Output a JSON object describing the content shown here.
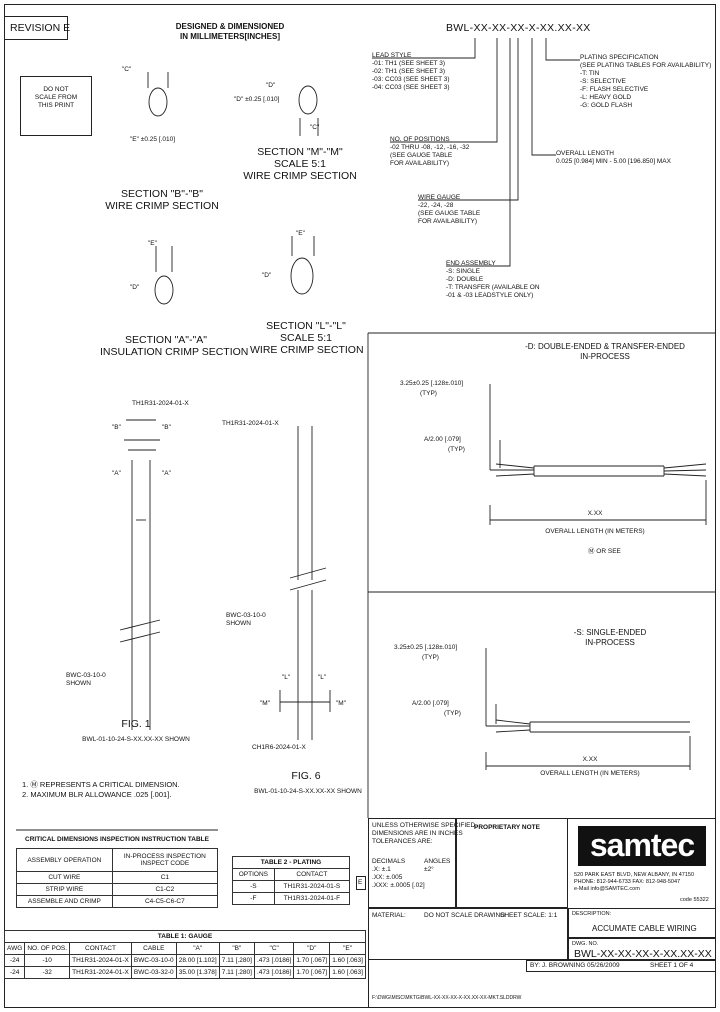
{
  "revision": "REVISION E",
  "header_title": [
    "DESIGNED & DIMENSIONED",
    "IN MILLIMETERS[INCHES]"
  ],
  "do_not_scale": [
    "DO NOT",
    "SCALE FROM",
    "THIS PRINT"
  ],
  "part_number_pattern": "BWL-XX-XX-XX-X-XX.XX-XX",
  "lead_style": [
    "LEAD STYLE",
    "-01: TH1 (SEE SHEET 3)",
    "-02: TH1 (SEE SHEET 3)",
    "-03: CC03 (SEE SHEET 3)",
    "-04: CC03 (SEE SHEET 3)"
  ],
  "positions": [
    "NO. OF POSITIONS",
    "-02 THRU -08, -12, -16, -32",
    "(SEE GAUGE TABLE",
    "FOR AVAILABILITY)"
  ],
  "wire_gauge": [
    "WIRE GAUGE",
    "-22, -24, -28",
    "(SEE GAUGE TABLE",
    "FOR AVAILABILITY)"
  ],
  "end_assembly": [
    "END ASSEMBLY",
    "-S: SINGLE",
    "-D: DOUBLE",
    "-T: TRANSFER (AVAILABLE ON",
    "-01 & -03 LEADSTYLE ONLY)"
  ],
  "plating_spec": [
    "PLATING SPECIFICATION",
    "(SEE PLATING TABLES FOR AVAILABILITY)",
    "-T: TIN",
    "-S: SELECTIVE",
    "-F: FLASH SELECTIVE",
    "-L: HEAVY GOLD",
    "-G: GOLD FLASH"
  ],
  "overall_length": [
    "OVERALL LENGTH",
    "0.025 [0.984] MIN - 5.00 [196.850] MAX"
  ],
  "section_mm": [
    "SECTION \"M\"-\"M\"",
    "SCALE 5:1",
    "WIRE CRIMP SECTION"
  ],
  "section_bb": [
    "SECTION \"B\"-\"B\"",
    "WIRE CRIMP SECTION"
  ],
  "section_aa": [
    "SECTION \"A\"-\"A\"",
    "INSULATION CRIMP SECTION"
  ],
  "section_ll": [
    "SECTION \"L\"-\"L\"",
    "SCALE 5:1",
    "WIRE CRIMP SECTION"
  ],
  "dim_labels": {
    "c": "\"C\"",
    "d": "\"D\"",
    "e": "\"E\"",
    "a_dim": "\"A\"",
    "b_dim": "\"B\"",
    "sec_e_note": "\"E\" ±0.25 [.010]",
    "sec_d_note": "\"D\" ±0.25 [.010]"
  },
  "fig1": {
    "title": "FIG. 1",
    "caption": "BWL-01-10-24-S-XX.XX-XX SHOWN",
    "contact_ref": "TH1R31-2024-01-X",
    "cable_ref": [
      "BWC-03-10-0",
      "SHOWN"
    ],
    "b_marker": "\"B\"",
    "a_marker": "\"A\""
  },
  "fig6": {
    "title": "FIG. 6",
    "caption": "BWL-01-10-24-S-XX.XX-XX SHOWN",
    "contact_ref": "TH1R31-2024-01-X",
    "cable_ref": [
      "BWC-03-10-0",
      "SHOWN"
    ],
    "bottom_ref": "CH1R6-2024-01-X",
    "l_marker": "\"L\"",
    "m_marker": "\"M\""
  },
  "notes": [
    "1. Ⓜ REPRESENTS A CRITICAL DIMENSION.",
    "2. MAXIMUM BLR ALLOWANCE .025 [.001]."
  ],
  "double_ended": {
    "title": [
      "-D: DOUBLE-ENDED & TRANSFER-ENDED",
      "IN-PROCESS"
    ],
    "strip": "3.25±0.25 [.128±.010]",
    "strip_typ": "(TYP)",
    "len": "A/2.00 [.079]",
    "len_typ": "(TYP)",
    "overall": "X.XX",
    "overall_label": "OVERALL LENGTH (IN METERS)",
    "note": "Ⓜ OR SEE"
  },
  "single_ended": {
    "title": [
      "-S: SINGLE-ENDED",
      "IN-PROCESS"
    ],
    "strip": "3.25±0.25 [.128±.010]",
    "strip_typ": "(TYP)",
    "len": "A/2.00 [.079]",
    "len_typ": "(TYP)",
    "overall": "X.XX",
    "overall_label": "OVERALL LENGTH (IN METERS)"
  },
  "critical_table": {
    "title": "CRITICAL DIMENSIONS INSPECTION INSTRUCTION TABLE",
    "headers": [
      "ASSEMBLY OPERATION",
      "IN-PROCESS INSPECTION\nINSPECT CODE"
    ],
    "rows": [
      [
        "CUT WIRE",
        "C1"
      ],
      [
        "STRIP WIRE",
        "C1-C2"
      ],
      [
        "ASSEMBLE AND CRIMP",
        "C4-C5-C6-C7"
      ]
    ]
  },
  "plating_table": {
    "title": "TABLE 2 - PLATING",
    "headers": [
      "OPTIONS",
      "CONTACT"
    ],
    "rows": [
      [
        "-S",
        "TH1R31-2024-01-S"
      ],
      [
        "-F",
        "TH1R31-2024-01-F"
      ]
    ]
  },
  "gauge_table": {
    "title": "TABLE 1: GAUGE",
    "headers": [
      "AWG",
      "NO. OF POS.",
      "CONTACT",
      "CABLE",
      "\"A\"",
      "\"B\"",
      "\"C\"",
      "\"D\"",
      "\"E\""
    ],
    "rows": [
      [
        "-24",
        "-10",
        "TH1R31-2024-01-X",
        "BWC-03-10-0",
        "28.00 [1.102]",
        "7.11 [.280]",
        ".473 [.0186]",
        "1.70 [.067]",
        "1.60 [.063]"
      ],
      [
        "-24",
        "-32",
        "TH1R31-2024-01-X",
        "BWC-03-32-0",
        "35.00 [1.378]",
        "7.11 [.280]",
        ".473 [.0186]",
        "1.70 [.067]",
        "1.60 [.063]"
      ]
    ]
  },
  "title_block": {
    "tolerance_header": [
      "UNLESS OTHERWISE SPECIFIED,",
      "DIMENSIONS ARE IN INCHES",
      "TOLERANCES ARE:"
    ],
    "tol_decimal": [
      "DECIMALS",
      ".X: ±.1",
      ".XX: ±.005",
      ".XXX: ±.0005 [.02]"
    ],
    "tol_angle": [
      "ANGLES",
      "±2°"
    ],
    "proprietary": "PROPRIETARY NOTE",
    "material": "MATERIAL:",
    "do_not_scale": "DO NOT SCALE DRAWING",
    "sheet_scale": "SHEET SCALE: 1:1",
    "company": "samtec",
    "address": [
      "520 PARK EAST BLVD, NEW ALBANY, IN 47150",
      "PHONE: 812-944-6733  FAX: 812-948-5047",
      "e-Mail info@SAMTEC.com"
    ],
    "code": "code 55322",
    "desc_label": "DESCRIPTION:",
    "description": "ACCUMATE CABLE WIRING",
    "dwg_label": "DWG. NO.",
    "dwg_no": "BWL-XX-XX-XX-X-XX.XX-XX",
    "by": "BY: J. BROWNING 05/26/2009",
    "sheet": "SHEET 1 OF 4",
    "file_path": "F:\\DWG\\MISC\\MKTG\\BWL-XX-XX-XX-X-XX.XX-XX-MKT.SLDDRW"
  },
  "zone_marker": "E"
}
